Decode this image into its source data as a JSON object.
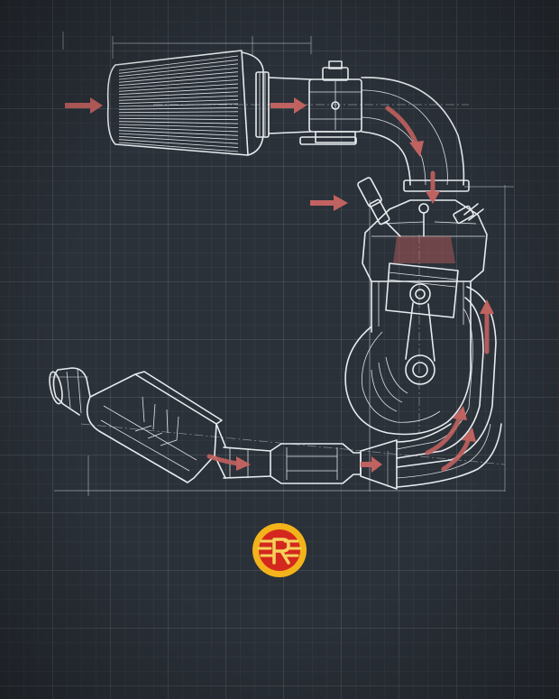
{
  "diagram": {
    "components": [
      "air-filter",
      "intake-pipe",
      "throttle-body",
      "intake-elbow",
      "fuel-injector",
      "cylinder-head",
      "piston",
      "connecting-rod",
      "crankcase",
      "exhaust-headers",
      "catalytic-converter",
      "muffler"
    ],
    "flow_colors": {
      "arrow": "#c0625f",
      "lines": "#e7ecef",
      "background": "#2b3139"
    }
  },
  "logo": {
    "lettering": "RE",
    "colors": {
      "outer": "#f2b41a",
      "inner": "#d4281f",
      "mark": "#f5d25a"
    }
  }
}
